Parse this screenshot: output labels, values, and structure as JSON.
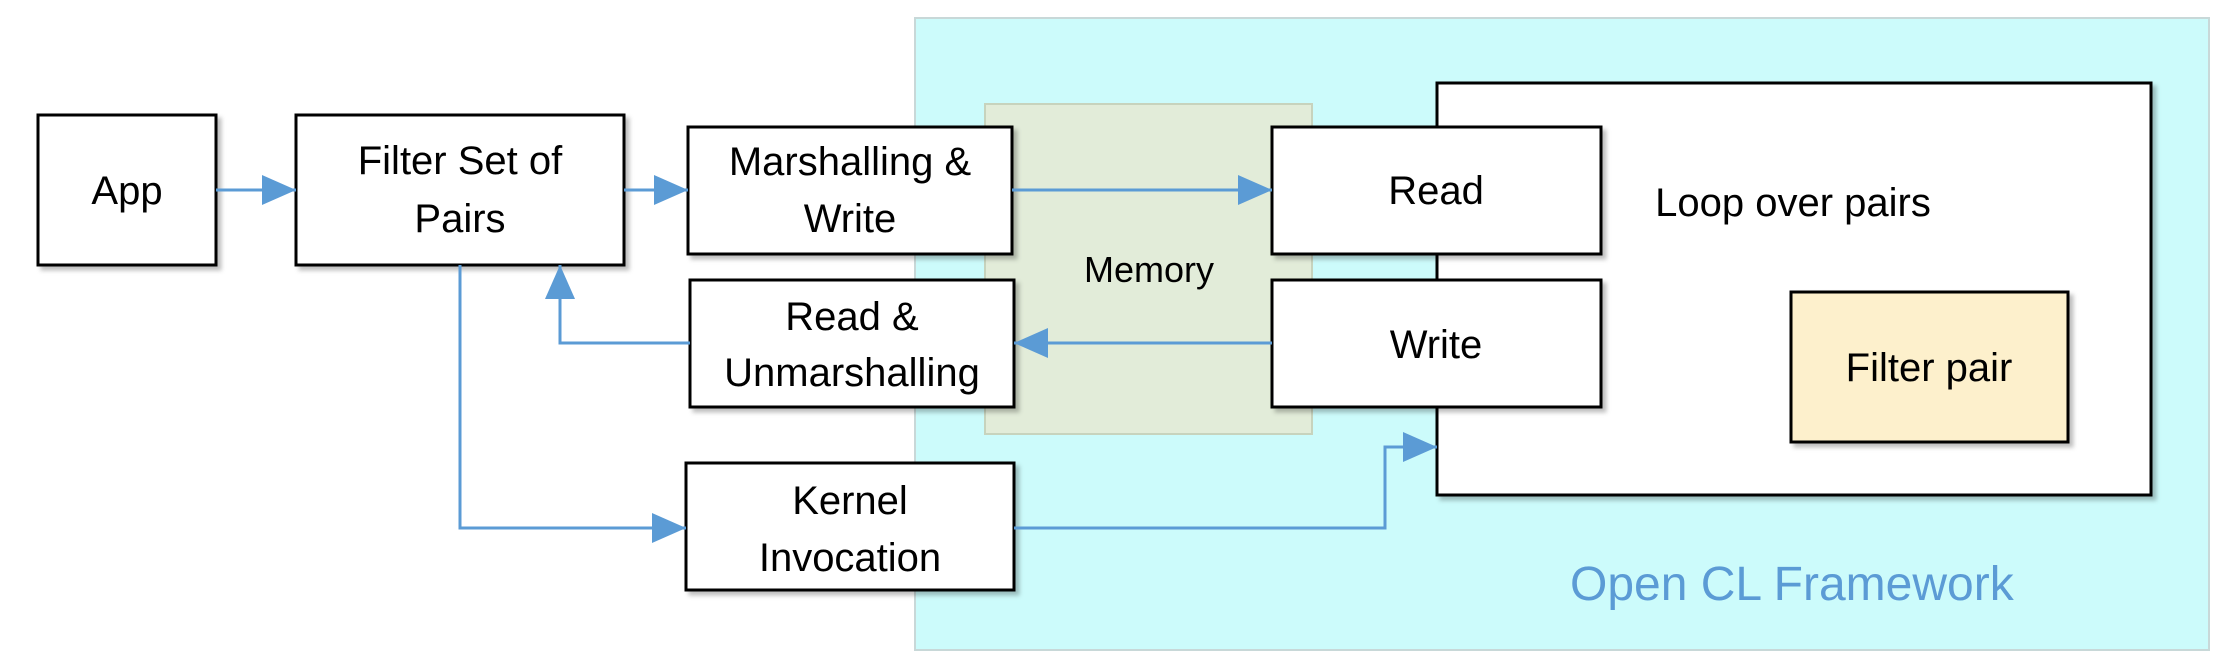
{
  "diagram": {
    "framework_label": "Open CL Framework",
    "memory_label": "Memory",
    "loop_label": "Loop over pairs",
    "filter_pair_label": "Filter pair",
    "nodes": {
      "app": [
        "App"
      ],
      "filter_set": [
        "Filter Set of",
        "Pairs"
      ],
      "marshalling_write": [
        "Marshalling &",
        "Write"
      ],
      "read_unmarshalling": [
        "Read &",
        "Unmarshalling"
      ],
      "kernel_invocation": [
        "Kernel",
        "Invocation"
      ],
      "read": [
        "Read"
      ],
      "write": [
        "Write"
      ]
    }
  },
  "colors": {
    "framework_fill": "#ccfbfb",
    "memory_fill": "#e2ecd9",
    "filter_pair_fill": "#fdf0cc",
    "arrow": "#5b9bd5"
  }
}
